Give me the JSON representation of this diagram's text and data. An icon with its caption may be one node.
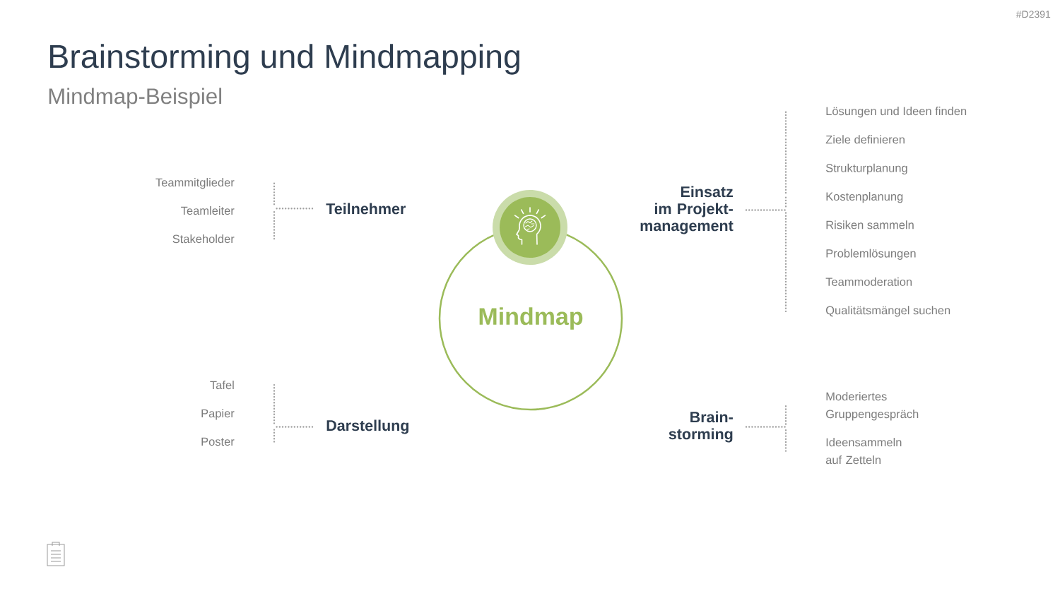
{
  "diagram": {
    "title": "Brainstorming und Mindmapping",
    "nodes": [
      {
        "text": [
          "Mindmap"
        ]
      },
      {
        "text": [
          "Teilnehmer"
        ]
      },
      {
        "text": [
          "Teammitglieder"
        ]
      },
      {
        "text": [
          "Teamleiter"
        ]
      },
      {
        "text": [
          "Stakeholder"
        ]
      },
      {
        "text": [
          "Einsatz im Projekt- management"
        ]
      },
      {
        "text": [
          "Lösungen und Ideen finden"
        ]
      },
      {
        "text": [
          "Ziele definieren"
        ]
      },
      {
        "text": [
          "Strukturplanung"
        ]
      },
      {
        "text": [
          "Kostenplanung"
        ]
      },
      {
        "text": [
          "Risiken sammeln"
        ]
      },
      {
        "text": [
          "Problemlösungen"
        ]
      },
      {
        "text": [
          "Teammoderation"
        ]
      },
      {
        "text": [
          "Qualitätsmängel suchen"
        ]
      },
      {
        "text": [
          "Darstellung"
        ]
      },
      {
        "text": [
          "Tafel"
        ]
      },
      {
        "text": [
          "Papier"
        ]
      },
      {
        "text": [
          "Poster"
        ]
      },
      {
        "text": [
          "Brain- storming"
        ]
      },
      {
        "text": [
          "Moderiertes Gruppengespräch"
        ]
      },
      {
        "text": [
          "Ideensammeln auf Zetteln"
        ]
      }
    ],
    "edges": [
      {
        "from": 1,
        "to": 2,
        "arrow": "none"
      },
      {
        "from": 1,
        "to": 3,
        "arrow": "none"
      },
      {
        "from": 1,
        "to": 4,
        "arrow": "none"
      },
      {
        "from": 5,
        "to": 6,
        "arrow": "none"
      },
      {
        "from": 5,
        "to": 7,
        "arrow": "none"
      },
      {
        "from": 5,
        "to": 8,
        "arrow": "none"
      },
      {
        "from": 5,
        "to": 9,
        "arrow": "none"
      },
      {
        "from": 5,
        "to": 10,
        "arrow": "none"
      },
      {
        "from": 5,
        "to": 11,
        "arrow": "none"
      },
      {
        "from": 5,
        "to": 12,
        "arrow": "none"
      },
      {
        "from": 5,
        "to": 13,
        "arrow": "none"
      },
      {
        "from": 14,
        "to": 15,
        "arrow": "none"
      },
      {
        "from": 14,
        "to": 16,
        "arrow": "none"
      },
      {
        "from": 14,
        "to": 17,
        "arrow": "none"
      },
      {
        "from": 18,
        "to": 19,
        "arrow": "none"
      },
      {
        "from": 18,
        "to": 20,
        "arrow": "none"
      }
    ],
    "labels": [
      "#D2391",
      "Mindmap-Beispiel"
    ]
  }
}
